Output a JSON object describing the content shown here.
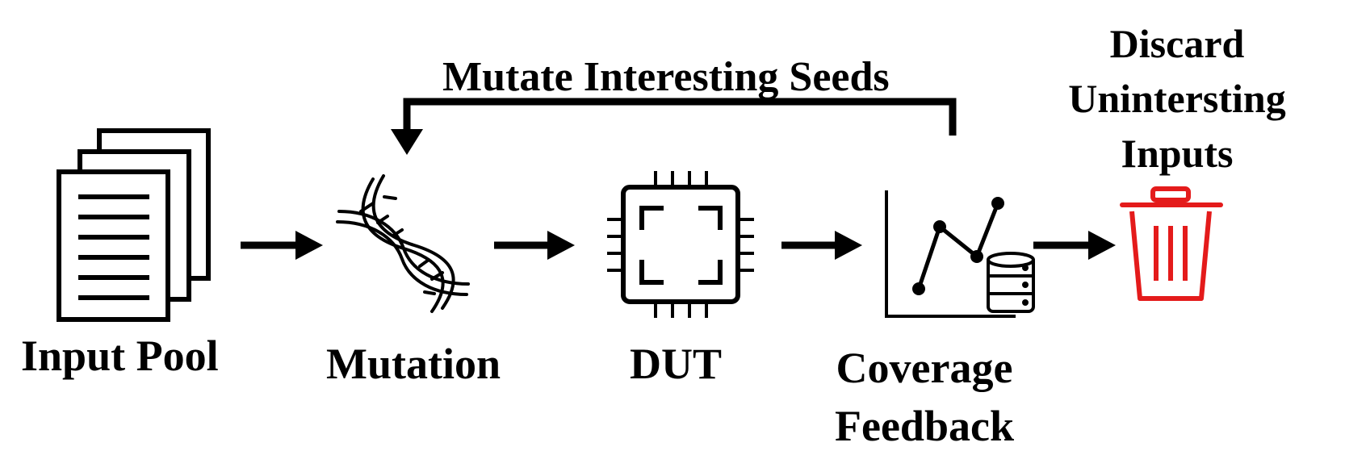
{
  "labels": {
    "input_pool": "Input Pool",
    "mutation": "Mutation",
    "dut": "DUT",
    "coverage_feedback_line1": "Coverage",
    "coverage_feedback_line2": "Feedback",
    "mutate_interesting_seeds": "Mutate Interesting Seeds",
    "discard_line1": "Discard",
    "discard_line2": "Unintersting",
    "discard_line3": "Inputs"
  },
  "colors": {
    "ink": "#000000",
    "discard_accent": "#e41b1b"
  },
  "icons": {
    "input_pool": "documents-stack-icon",
    "mutation": "dna-icon",
    "dut": "chip-icon",
    "coverage": "line-chart-database-icon",
    "discard": "trash-can-icon"
  }
}
